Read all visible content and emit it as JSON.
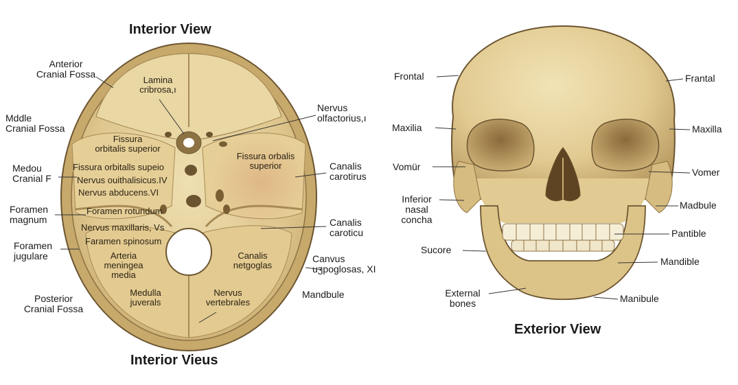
{
  "titles": {
    "interior_top": "Interior View",
    "interior_bottom": "Interior Vieus",
    "exterior": "Exterior View"
  },
  "interior": {
    "outer_labels": {
      "anterior_fossa": "Anterior\nCranial Fossa",
      "middle_fossa": "Mddle\nCranial Fossa",
      "medou_fossa": "Medou\nCranial F",
      "foramen_magnum": "Foramen\nmagnum",
      "foramen_jugulare": "Foramen\njugulare",
      "posterior_fossa": "Posterior\nCranial Fossa",
      "nervus_olfactorius": "Nervus\nolfactorius,ı",
      "canalis_carotirus": "Canalis\ncarotirus",
      "canalis_caroticu": "Canalis\ncaroticu",
      "canvus": "Canvus\nuʒpoglosas, XI",
      "mandbule": "Mandbule"
    },
    "inner_labels": {
      "lamina": "Lamina\ncribrosa,ı",
      "fissura_left": "Fissura\norbitalis superior",
      "fissura_right": "Fissura orbalis\nsuperior",
      "fissura_orbitalls": "Fissura orbitalls supeio",
      "nervus_ouithalisicus": "Nervus ouithalisicus.IV",
      "nervus_abducens": "Nervus abducens.VI",
      "foramen_rotundum": "Foramen rotundum",
      "nervus_maxillaris": "Nervus maxillaris, Vs",
      "faramen_spinosum": "Faramen spinosum",
      "arteria": "Arteria\nmeningea\nmedia",
      "canalis_netgoglas": "Canalis\nnetgoglas",
      "medulla": "Medulla\njuverals",
      "nervus_vertebrales": "Nervus\nvertebrales"
    }
  },
  "exterior": {
    "labels": {
      "frontal_left": "Frontal",
      "maxilia": "Maxilia",
      "vomur": "Vomür",
      "inferior_concha": "Inferior\nnasal\nconcha",
      "sucore": "Sucore",
      "external_bones": "External\nbones",
      "frantal_right": "Frantal",
      "maxilla": "Maxilla",
      "vomer": "Vomer",
      "madbule": "Madbule",
      "pantible": "Pantible",
      "mandible": "Mandible",
      "manibule": "Manibule"
    }
  },
  "colors": {
    "bone_light": "#ecdcad",
    "bone_mid": "#d9c08a",
    "bone_dark": "#a88a55",
    "outline": "#6b5530",
    "label": "#1a1a1a",
    "leader": "#333333",
    "hole": "#ffffff",
    "tint": "#d9a57a"
  }
}
